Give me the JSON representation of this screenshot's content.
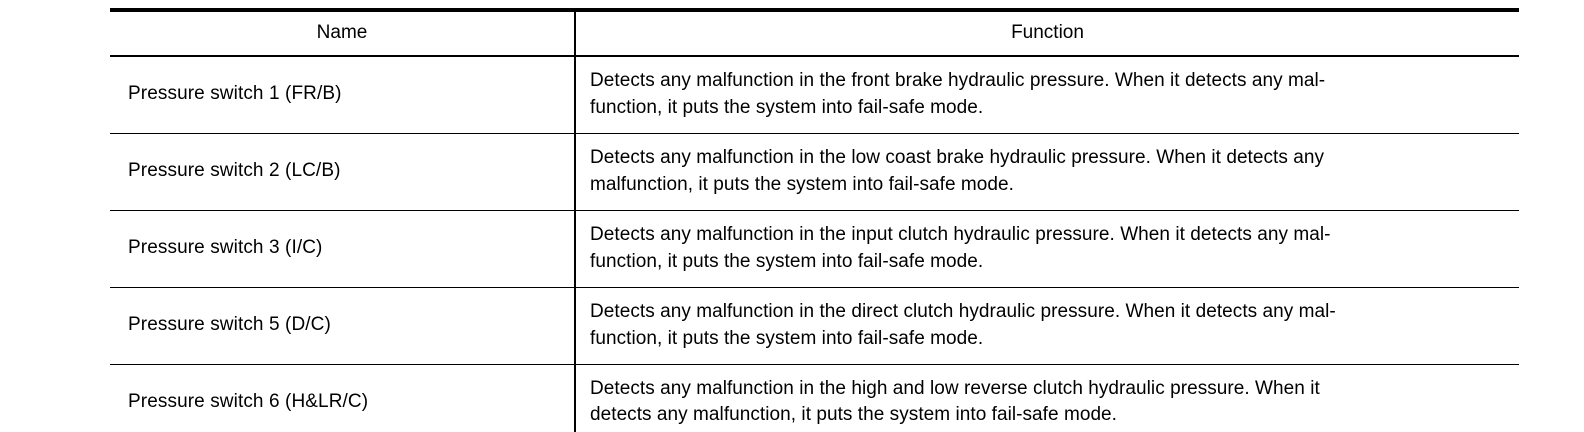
{
  "table": {
    "columns": [
      {
        "key": "name",
        "label": "Name"
      },
      {
        "key": "function",
        "label": "Function"
      }
    ],
    "rows": [
      {
        "name": "Pressure switch 1 (FR/B)",
        "function": "Detects any malfunction in the front brake hydraulic pressure. When it detects any malfunction, it puts the system into fail-safe mode.",
        "function_lines": [
          "Detects any malfunction in the front brake hydraulic pressure. When it detects any mal-",
          "function, it puts the system into fail-safe mode."
        ]
      },
      {
        "name": "Pressure switch 2 (LC/B)",
        "function": "Detects any malfunction in the low coast brake hydraulic pressure. When it detects any malfunction, it puts the system into fail-safe mode.",
        "function_lines": [
          "Detects any malfunction in the low coast brake hydraulic pressure. When it detects any",
          "malfunction, it puts the system into fail-safe mode."
        ]
      },
      {
        "name": "Pressure switch 3 (I/C)",
        "function": "Detects any malfunction in the input clutch hydraulic pressure. When it detects any malfunction, it puts the system into fail-safe mode.",
        "function_lines": [
          "Detects any malfunction in the input clutch hydraulic pressure. When it detects any mal-",
          "function, it puts the system into fail-safe mode."
        ]
      },
      {
        "name": "Pressure switch 5 (D/C)",
        "function": "Detects any malfunction in the direct clutch hydraulic pressure. When it detects any malfunction, it puts the system into fail-safe mode.",
        "function_lines": [
          "Detects any malfunction in the direct clutch hydraulic pressure. When it detects any mal-",
          "function, it puts the system into fail-safe mode."
        ]
      },
      {
        "name": "Pressure switch 6 (H&LR/C)",
        "function": "Detects any malfunction in the high and low reverse clutch hydraulic pressure. When it detects any malfunction, it puts the system into fail-safe mode.",
        "function_lines": [
          "Detects any malfunction in the high and low reverse clutch hydraulic pressure. When it",
          "detects any malfunction, it puts the system into fail-safe mode."
        ]
      }
    ]
  },
  "colors": {
    "background": "#ffffff",
    "text": "#000000",
    "rule": "#000000"
  }
}
